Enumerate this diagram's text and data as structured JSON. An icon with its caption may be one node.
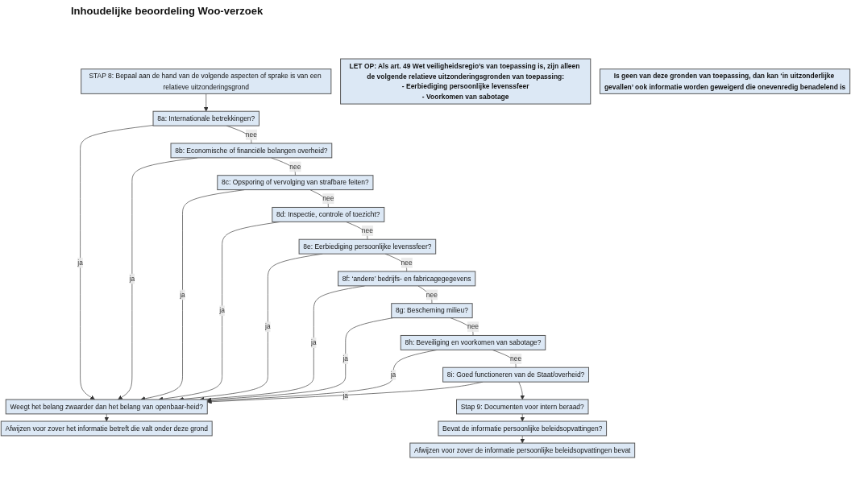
{
  "diagram": {
    "title": "Inhoudelijke beoordeling Woo-verzoek",
    "nodes": [
      {
        "text": [
          "STAP 8: Bepaal aan de hand van de volgende aspecten of sprake is van een relatieve uitzonderingsgrond"
        ]
      },
      {
        "text": [
          "LET OP: Als art. 49 Wet veiligheidsregio’s van toepassing is, zijn alleen de volgende relatieve uitzonderingsgronden van toepassing:",
          "- Eerbiediging persoonlijke levenssfeer",
          "- Voorkomen van sabotage"
        ]
      },
      {
        "text": [
          "8a: Internationale betrekkingen?"
        ]
      },
      {
        "text": [
          "8b: Economische of financiële belangen overheid?"
        ]
      },
      {
        "text": [
          "8c: Opsporing of vervolging van strafbare feiten?"
        ]
      },
      {
        "text": [
          "8d: Inspectie, controle of toezicht?"
        ]
      },
      {
        "text": [
          "8e: Eerbiediging persoonlijke levenssfeer?"
        ]
      },
      {
        "text": [
          "8f: ‘andere’ bedrijfs- en fabricagegegevens"
        ]
      },
      {
        "text": [
          "8g: Bescheming milieu?"
        ]
      },
      {
        "text": [
          "8h: Beveiliging en voorkomen van sabotage?"
        ]
      },
      {
        "text": [
          "8i: Goed functioneren van de Staat/overheid?"
        ]
      },
      {
        "text": [
          "Weegt het belang zwaarder dan het belang van openbaar-heid?"
        ]
      },
      {
        "text": [
          "Afwijzen voor zover het informatie betreft die valt onder deze grond"
        ]
      },
      {
        "text": [
          "Is geen van deze gronden van toepassing, dan kan ‘in uitzonderlijke gevallen’ ook informatie worden geweigerd die onevenredig benadelend is"
        ]
      },
      {
        "text": [
          "Stap 9: Documenten voor intern beraad?"
        ]
      },
      {
        "text": [
          "Bevat de informatie persoonlijke beleidsopvattingen?"
        ]
      },
      {
        "text": [
          "Afwijzen voor zover de informatie persoonlijke beleidsopvattingen bevat"
        ]
      }
    ],
    "edges": [
      {
        "from": 0,
        "to": 2,
        "arrow": "to"
      },
      {
        "from": 2,
        "to": 3,
        "arrow": "none",
        "label": "nee"
      },
      {
        "from": 3,
        "to": 4,
        "arrow": "none",
        "label": "nee"
      },
      {
        "from": 4,
        "to": 5,
        "arrow": "none",
        "label": "nee"
      },
      {
        "from": 5,
        "to": 6,
        "arrow": "none",
        "label": "nee"
      },
      {
        "from": 6,
        "to": 7,
        "arrow": "none",
        "label": "nee"
      },
      {
        "from": 7,
        "to": 8,
        "arrow": "none",
        "label": "nee"
      },
      {
        "from": 8,
        "to": 9,
        "arrow": "none",
        "label": "nee"
      },
      {
        "from": 9,
        "to": 10,
        "arrow": "none",
        "label": "nee"
      },
      {
        "from": 2,
        "to": 11,
        "arrow": "to",
        "label": "ja"
      },
      {
        "from": 3,
        "to": 11,
        "arrow": "to",
        "label": "ja"
      },
      {
        "from": 4,
        "to": 11,
        "arrow": "to",
        "label": "ja"
      },
      {
        "from": 5,
        "to": 11,
        "arrow": "to",
        "label": "ja"
      },
      {
        "from": 6,
        "to": 11,
        "arrow": "to",
        "label": "ja"
      },
      {
        "from": 7,
        "to": 11,
        "arrow": "to",
        "label": "ja"
      },
      {
        "from": 8,
        "to": 11,
        "arrow": "to",
        "label": "ja"
      },
      {
        "from": 9,
        "to": 11,
        "arrow": "to",
        "label": "ja"
      },
      {
        "from": 10,
        "to": 11,
        "arrow": "to",
        "label": "ja"
      },
      {
        "from": 11,
        "to": 12,
        "arrow": "to"
      },
      {
        "from": 10,
        "to": 14,
        "arrow": "to"
      },
      {
        "from": 14,
        "to": 15,
        "arrow": "to"
      },
      {
        "from": 15,
        "to": 16,
        "arrow": "to"
      }
    ]
  }
}
